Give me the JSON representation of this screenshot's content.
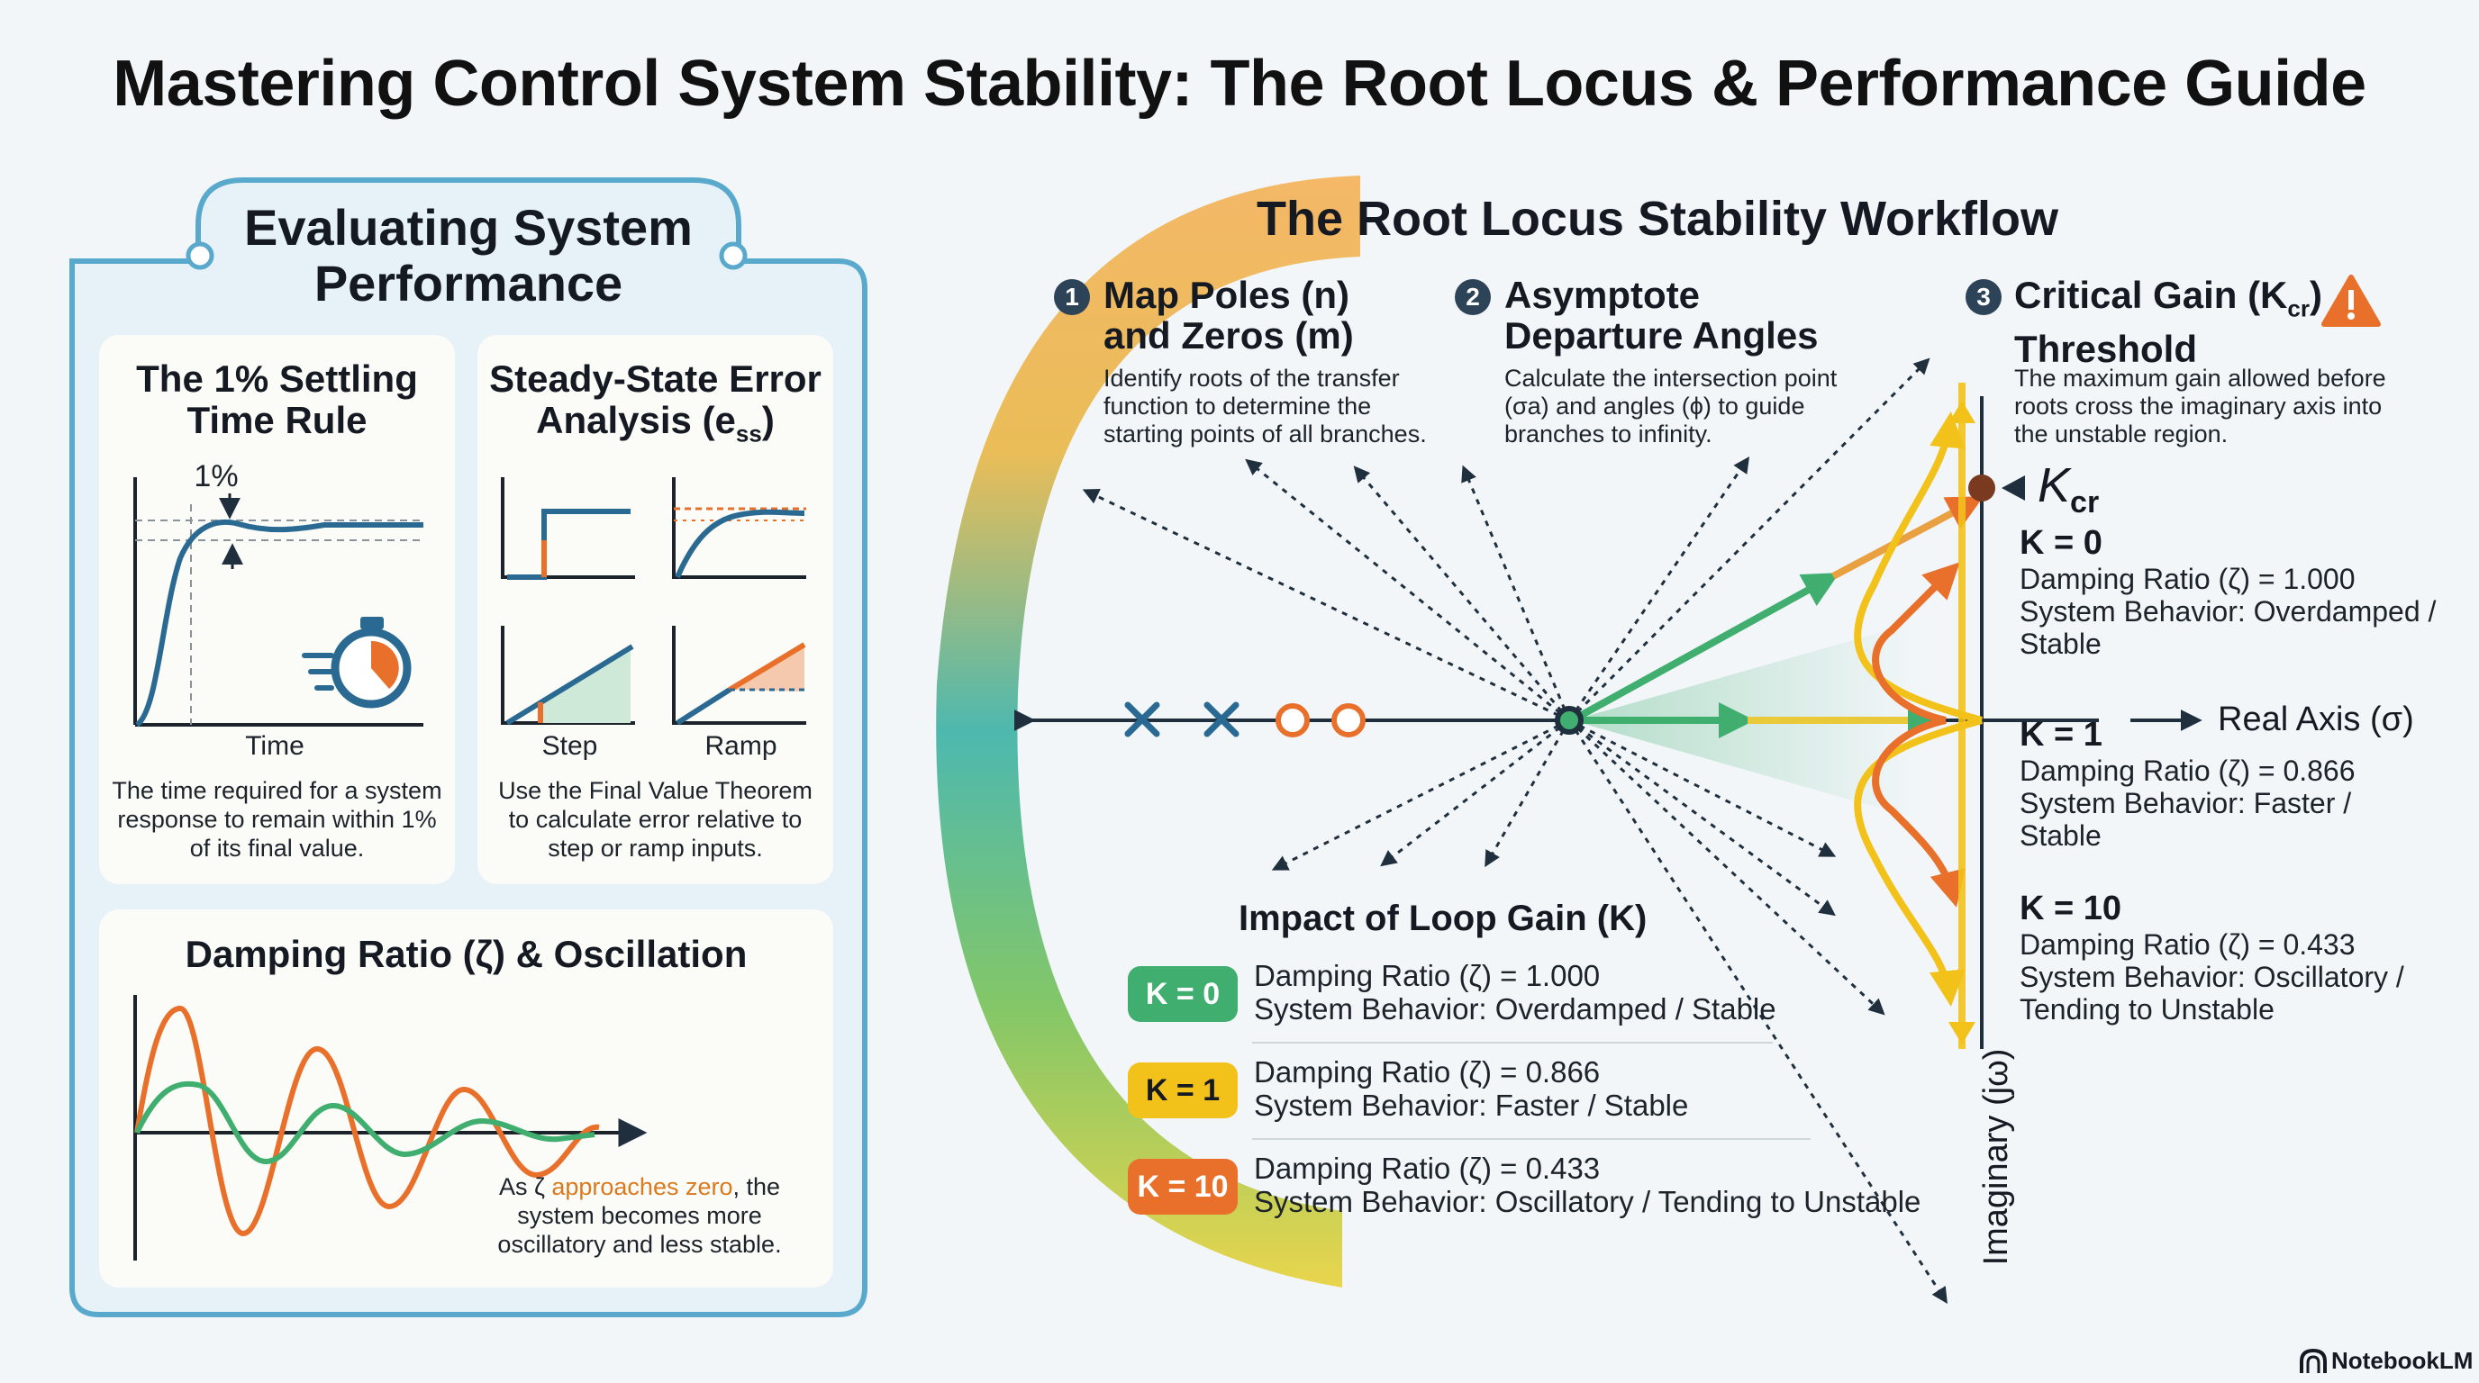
{
  "title": "Mastering Control System Stability: The Root Locus & Performance Guide",
  "left_panel": {
    "title_line1": "Evaluating System",
    "title_line2": "Performance",
    "settling": {
      "title_line1": "The 1% Settling",
      "title_line2": "Time Rule",
      "marker_label": "1%",
      "x_axis_label": "Time",
      "desc_line1": "The time required for a system",
      "desc_line2": "response to remain within 1%",
      "desc_line3": "of its final value."
    },
    "sse": {
      "title_line1": "Steady-State Error",
      "title_line2_prefix": "Analysis (e",
      "title_line2_sub": "ss",
      "title_line2_suffix": ")",
      "step_label": "Step",
      "ramp_label": "Ramp",
      "desc_line1": "Use the Final Value Theorem",
      "desc_line2": "to calculate error relative to",
      "desc_line3": "step or ramp inputs."
    },
    "damping": {
      "title": "Damping Ratio (ζ) & Oscillation",
      "note_prefix": "As ζ ",
      "note_highlight": "approaches zero",
      "note_suffix": ", the",
      "note_line2": "system becomes more",
      "note_line3": "oscillatory and less stable."
    }
  },
  "workflow": {
    "title": "The Root Locus Stability Workflow",
    "steps": [
      {
        "num": "1",
        "title_line1": "Map Poles (n)",
        "title_line2": "and Zeros (m)",
        "desc_line1": "Identify roots of the transfer",
        "desc_line2": "function to determine the",
        "desc_line3": "starting points of all branches."
      },
      {
        "num": "2",
        "title_line1": "Asymptote",
        "title_line2": "Departure Angles",
        "desc_line1": "Calculate the intersection point",
        "desc_line2": "(σa) and angles (ϕ) to guide",
        "desc_line3": "branches to infinity."
      },
      {
        "num": "3",
        "title_line1_prefix": "Critical Gain (K",
        "title_line1_sub": "cr",
        "title_line1_suffix": ")",
        "title_line2": "Threshold",
        "desc_line1": "The maximum gain allowed before",
        "desc_line2": "roots cross the imaginary axis into",
        "desc_line3": "the unstable region."
      }
    ],
    "kcr_label_main": "K",
    "kcr_label_sub": "cr",
    "real_axis_label": "Real Axis (σ)",
    "imag_axis_label": "Imaginary (jω)",
    "k_annotations": [
      {
        "k": "K = 0",
        "zeta": "Damping Ratio (ζ) = 1.000",
        "behavior_line1": "System Behavior: Overdamped /",
        "behavior_line2": "Stable"
      },
      {
        "k": "K = 1",
        "zeta": "Damping Ratio (ζ) = 0.866",
        "behavior_line1": "System Behavior: Faster /",
        "behavior_line2": "Stable"
      },
      {
        "k": "K = 10",
        "zeta": "Damping Ratio (ζ) = 0.433",
        "behavior_line1": "System Behavior: Oscillatory /",
        "behavior_line2": "Tending to Unstable"
      }
    ],
    "impact": {
      "title": "Impact of Loop Gain (K)",
      "rows": [
        {
          "badge": "K = 0",
          "color": "#3fae6e",
          "zeta": "Damping Ratio (ζ) = 1.000",
          "behavior": "System Behavior: Overdamped / Stable"
        },
        {
          "badge": "K = 1",
          "color": "#f2c21a",
          "zeta": "Damping Ratio (ζ) = 0.866",
          "behavior": "System Behavior: Faster / Stable"
        },
        {
          "badge": "K = 10",
          "color": "#e8702a",
          "zeta": "Damping Ratio (ζ) = 0.433",
          "behavior": "System Behavior: Oscillatory / Tending to Unstable"
        }
      ]
    }
  },
  "colors": {
    "navy": "#2d4458",
    "teal": "#3aa3b6",
    "green": "#3fae6e",
    "yellow": "#f2c21a",
    "orange": "#e8702a",
    "blue_curve": "#2a6a92",
    "panel_border": "#59a9cc"
  },
  "icons": [
    "stopwatch-icon",
    "warning-icon",
    "notebooklm-logo-icon"
  ],
  "brand": "NotebookLM"
}
